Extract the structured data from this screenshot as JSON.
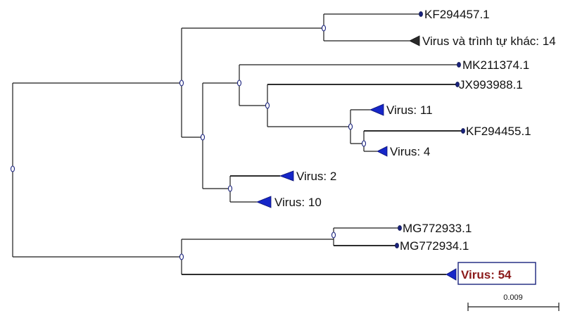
{
  "tree": {
    "labels": {
      "kf294457": "KF294457.1",
      "other14": "Virus và trình tự khác: 14",
      "mk211374": "MK211374.1",
      "jx993988": "JX993988.1",
      "virus11": "Virus: 11",
      "kf294455": "KF294455.1",
      "virus4": "Virus: 4",
      "virus2": "Virus: 2",
      "virus10": "Virus: 10",
      "mg772933": "MG772933.1",
      "mg772934": "MG772934.1",
      "virus54": "Virus: 54"
    },
    "scale_bar": "0.009",
    "highlighted_clade": "Virus: 54",
    "colors": {
      "branch": "#1a1a1a",
      "node": "#1a237e",
      "collapsed_clade": "#1626c8",
      "collapsed_clade_outgroup": "#2a2a2a",
      "highlight_text": "#8b1a1a"
    }
  }
}
